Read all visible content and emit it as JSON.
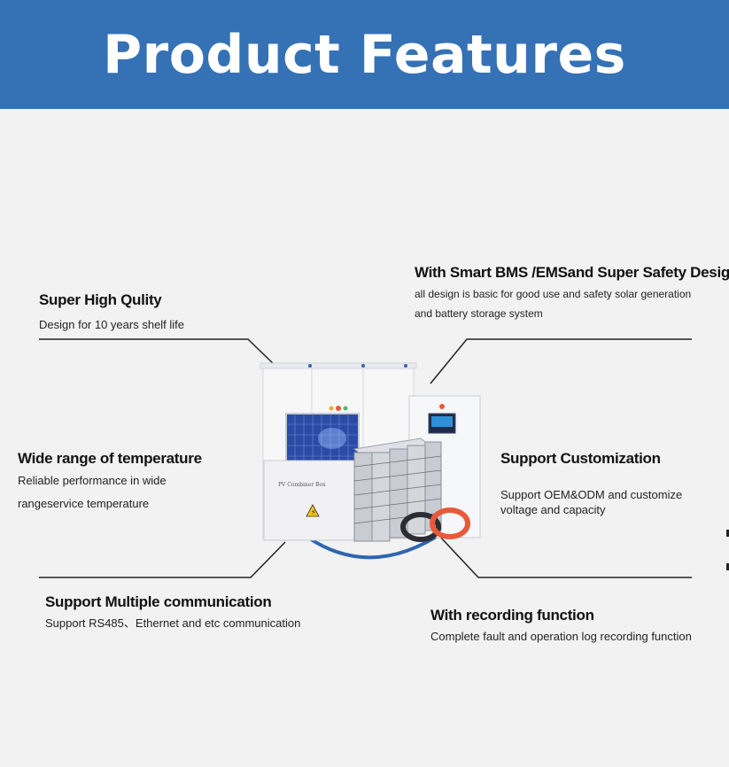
{
  "header": {
    "title": "Product Features"
  },
  "features": {
    "quality": {
      "title": "Super High Qulity",
      "desc": "Design for 10 years shelf life"
    },
    "bms": {
      "title": "With Smart BMS /EMSand Super Safety Design",
      "desc": "all design is basic for good use and safety solar generation and battery storage system"
    },
    "temperature": {
      "title": "Wide range of temperature",
      "desc": "Reliable performance in wide rangeservice temperature"
    },
    "customization": {
      "title": "Support Customization",
      "desc": "Support OEM&ODM and customize voltage and capacity"
    },
    "communication": {
      "title": "Support Multiple communication",
      "desc": "Support RS485、Ethernet and etc communication"
    },
    "recording": {
      "title": "With recording function",
      "desc": "Complete fault and operation log recording function"
    }
  },
  "product": {
    "combiner_label": "PV Combiner Box"
  },
  "colors": {
    "header_bg": "#3571b5",
    "accent_blue": "#2f64b0",
    "cable_red": "#e85a3a",
    "cable_black": "#2b2d33"
  }
}
